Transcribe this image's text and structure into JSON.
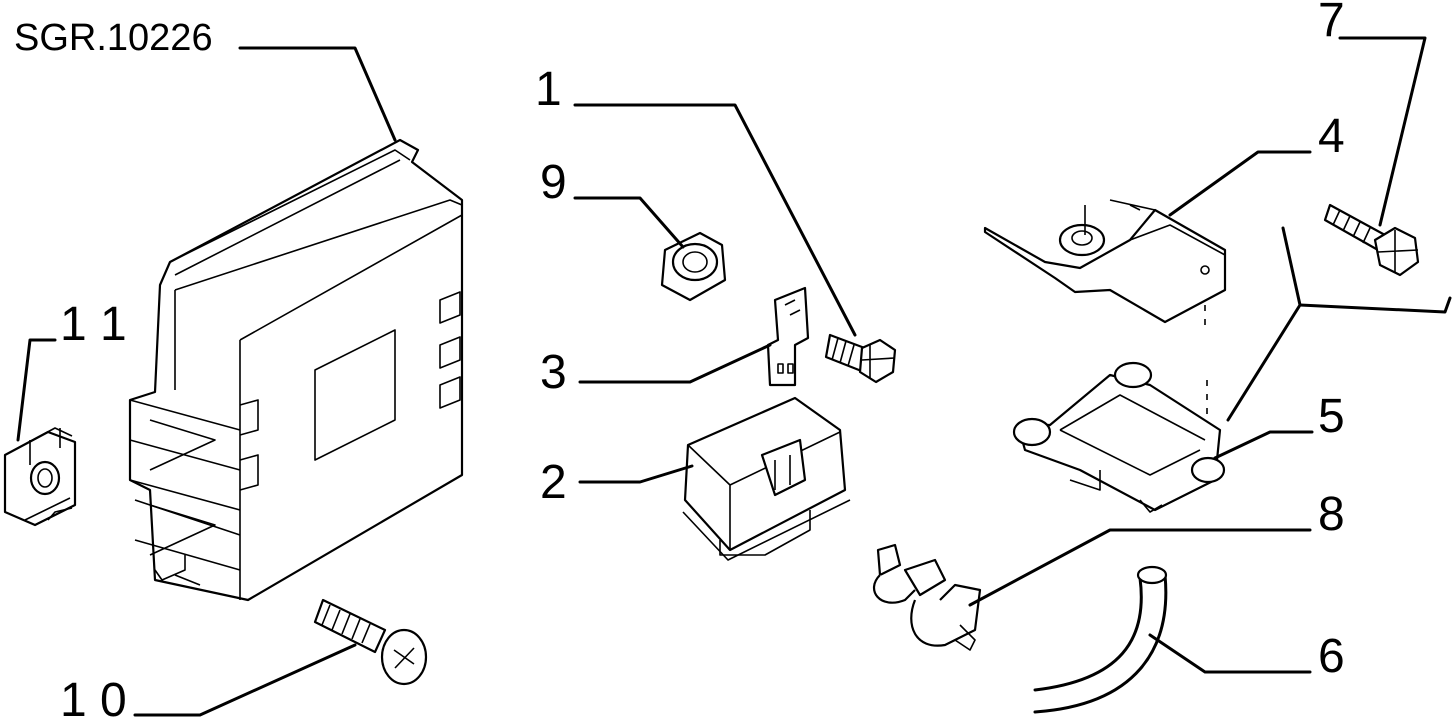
{
  "diagram": {
    "reference": "SGR.10226",
    "callouts": [
      {
        "id": "1",
        "label": "1"
      },
      {
        "id": "2",
        "label": "2"
      },
      {
        "id": "3",
        "label": "3"
      },
      {
        "id": "4",
        "label": "4"
      },
      {
        "id": "5",
        "label": "5"
      },
      {
        "id": "6",
        "label": "6"
      },
      {
        "id": "7",
        "label": "7"
      },
      {
        "id": "8",
        "label": "8"
      },
      {
        "id": "9",
        "label": "9"
      },
      {
        "id": "10",
        "label": "1 0"
      },
      {
        "id": "11",
        "label": "1 1"
      }
    ]
  }
}
